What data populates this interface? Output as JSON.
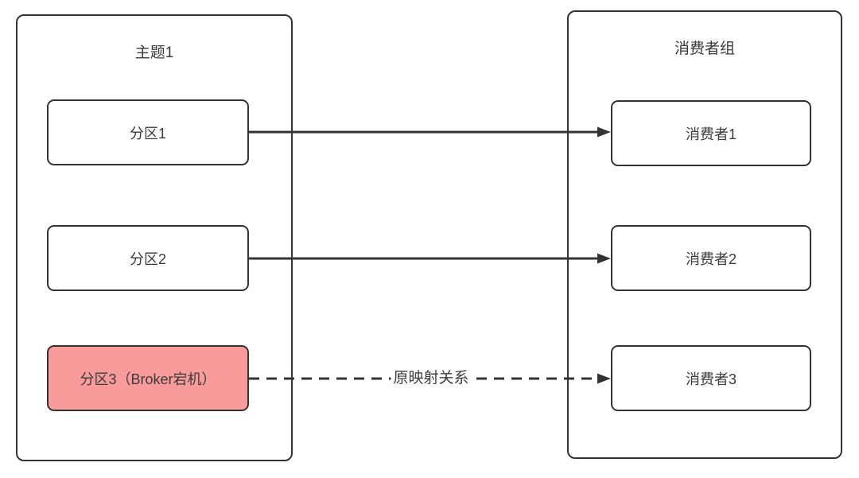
{
  "diagram": {
    "left_container": {
      "title": "主题1",
      "boxes": [
        {
          "label": "分区1",
          "highlighted": false
        },
        {
          "label": "分区2",
          "highlighted": false
        },
        {
          "label": "分区3（Broker宕机）",
          "highlighted": true
        }
      ]
    },
    "right_container": {
      "title": "消费者组",
      "boxes": [
        {
          "label": "消费者1"
        },
        {
          "label": "消费者2"
        },
        {
          "label": "消费者3"
        }
      ]
    },
    "arrows": [
      {
        "from": "分区1",
        "to": "消费者1",
        "style": "solid",
        "label": ""
      },
      {
        "from": "分区2",
        "to": "消费者2",
        "style": "solid",
        "label": ""
      },
      {
        "from": "分区3（Broker宕机）",
        "to": "消费者3",
        "style": "dashed",
        "label": "原映射关系"
      }
    ],
    "colors": {
      "stroke": "#333333",
      "text": "#3a3a3a",
      "highlight_fill": "#FA9B9B",
      "background": "#ffffff"
    }
  }
}
